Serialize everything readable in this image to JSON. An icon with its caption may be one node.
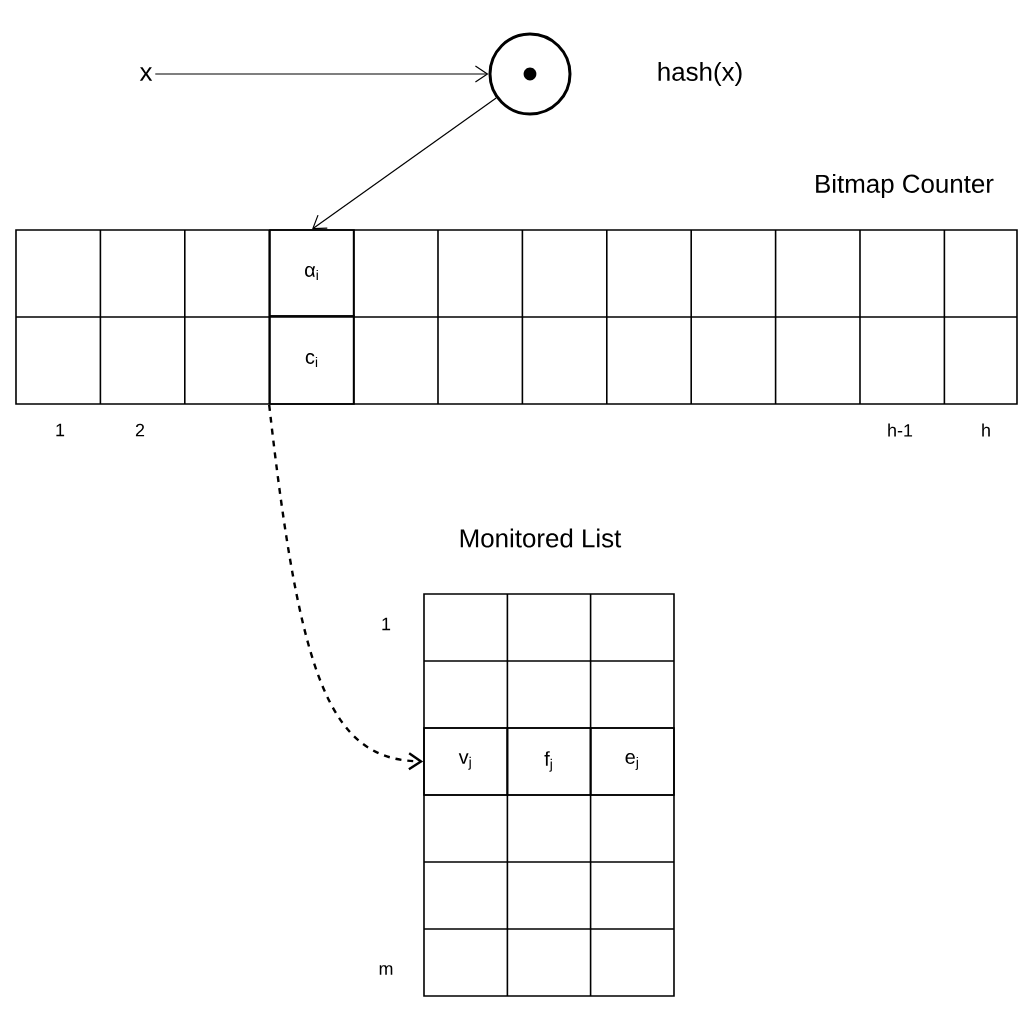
{
  "diagram": {
    "nodes": [
      {
        "text": [
          "x"
        ]
      },
      {
        "text": [],
        "shape": "circle",
        "beside": [
          "hash(x)"
        ]
      },
      {
        "text": [
          "Bitmap Counter"
        ]
      },
      {
        "text": [
          "α$_{i}$"
        ],
        "in": 2
      },
      {
        "text": [
          "c$_{i}$"
        ],
        "in": 2
      },
      {
        "text": [
          "Monitored List"
        ]
      },
      {
        "text": [
          "v$_{j}$"
        ],
        "in": 5
      },
      {
        "text": [
          "f$_{j}$"
        ],
        "in": 5
      },
      {
        "text": [
          "e$_{j}$"
        ],
        "in": 5
      }
    ],
    "edges": [
      {
        "from": 0,
        "to": 1,
        "arrow": "to"
      },
      {
        "from": 1,
        "to": 3,
        "arrow": "to"
      },
      {
        "from": 4,
        "to": 6,
        "arrow": "to",
        "style": "dashed"
      }
    ],
    "labels": [
      "1",
      "2",
      "h-1",
      "h",
      "1",
      "m"
    ]
  }
}
